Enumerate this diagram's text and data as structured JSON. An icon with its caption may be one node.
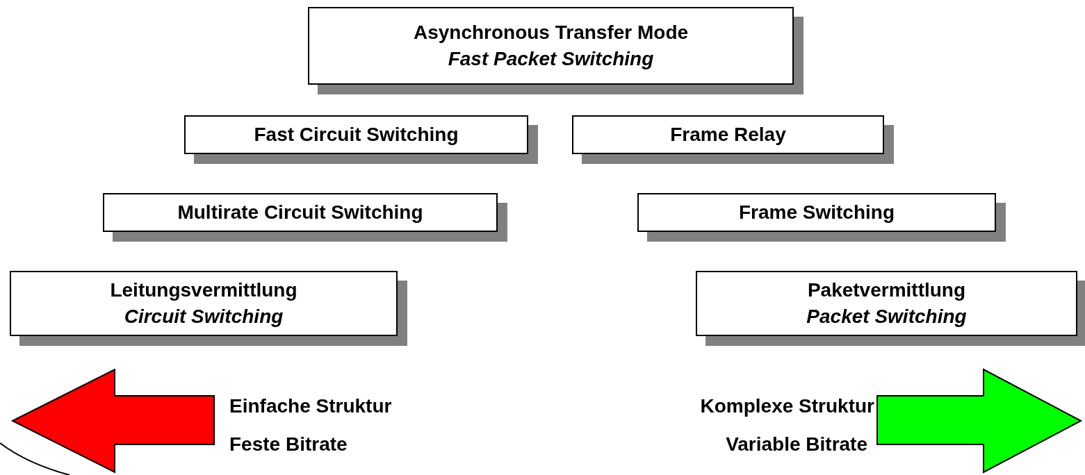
{
  "diagram": {
    "nodes": [
      {
        "text": [
          "Asynchronous Transfer Mode",
          "Fast Packet Switching"
        ]
      },
      {
        "text": [
          "Fast Circuit Switching"
        ]
      },
      {
        "text": [
          "Frame Relay"
        ]
      },
      {
        "text": [
          "Multirate Circuit Switching"
        ]
      },
      {
        "text": [
          "Frame Switching"
        ]
      },
      {
        "text": [
          "Leitungsvermittlung",
          "Circuit Switching"
        ]
      },
      {
        "text": [
          "Paketvermittlung",
          "Packet Switching"
        ]
      }
    ],
    "labels": [
      "Einfache Struktur",
      "Feste Bitrate",
      "Komplexe Struktur",
      "Variable Bitrate"
    ]
  }
}
